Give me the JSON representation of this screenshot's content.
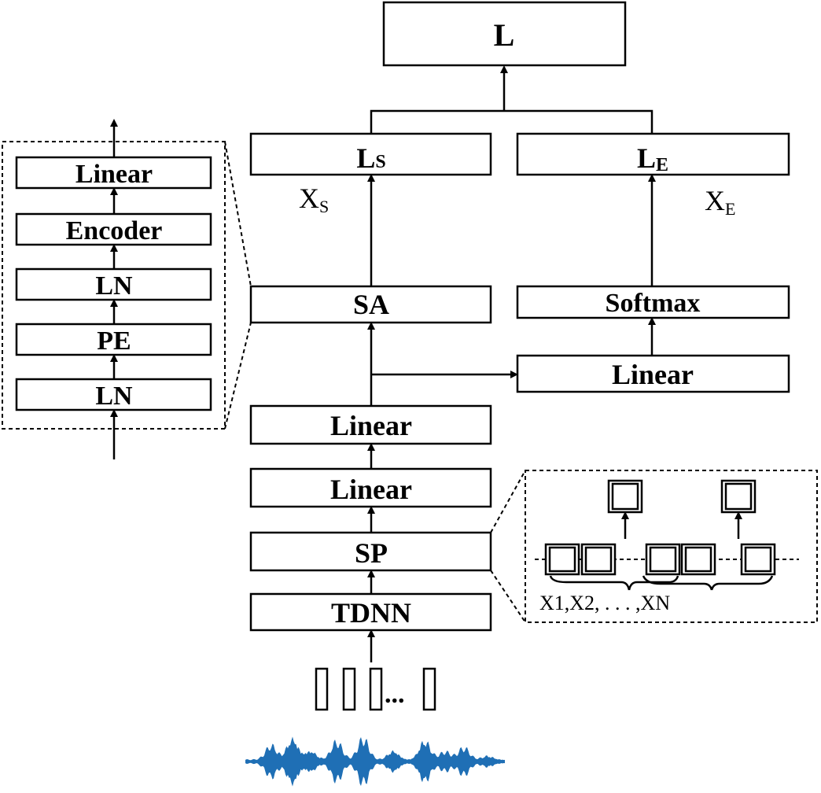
{
  "top": {
    "loss": "L"
  },
  "losses": {
    "ls_main": "L",
    "ls_sub": "S",
    "le_main": "L",
    "le_sub": "E"
  },
  "vars": {
    "xs_main": "X",
    "xs_sub": "S",
    "xe_main": "X",
    "xe_sub": "E"
  },
  "main_stack": {
    "sa": "SA",
    "linear_upper": "Linear",
    "linear_lower": "Linear",
    "sp": "SP",
    "tdnn": "TDNN",
    "ellipsis": "..."
  },
  "right_branch": {
    "softmax": "Softmax",
    "linear": "Linear"
  },
  "sa_detail": {
    "linear": "Linear",
    "encoder": "Encoder",
    "ln_top": "LN",
    "pe": "PE",
    "ln_bottom": "LN"
  },
  "sp_detail": {
    "sequence_label": "X1,X2, . . . ,XN"
  },
  "colors": {
    "waveform": "#1f6fb5",
    "stroke": "#000000"
  }
}
